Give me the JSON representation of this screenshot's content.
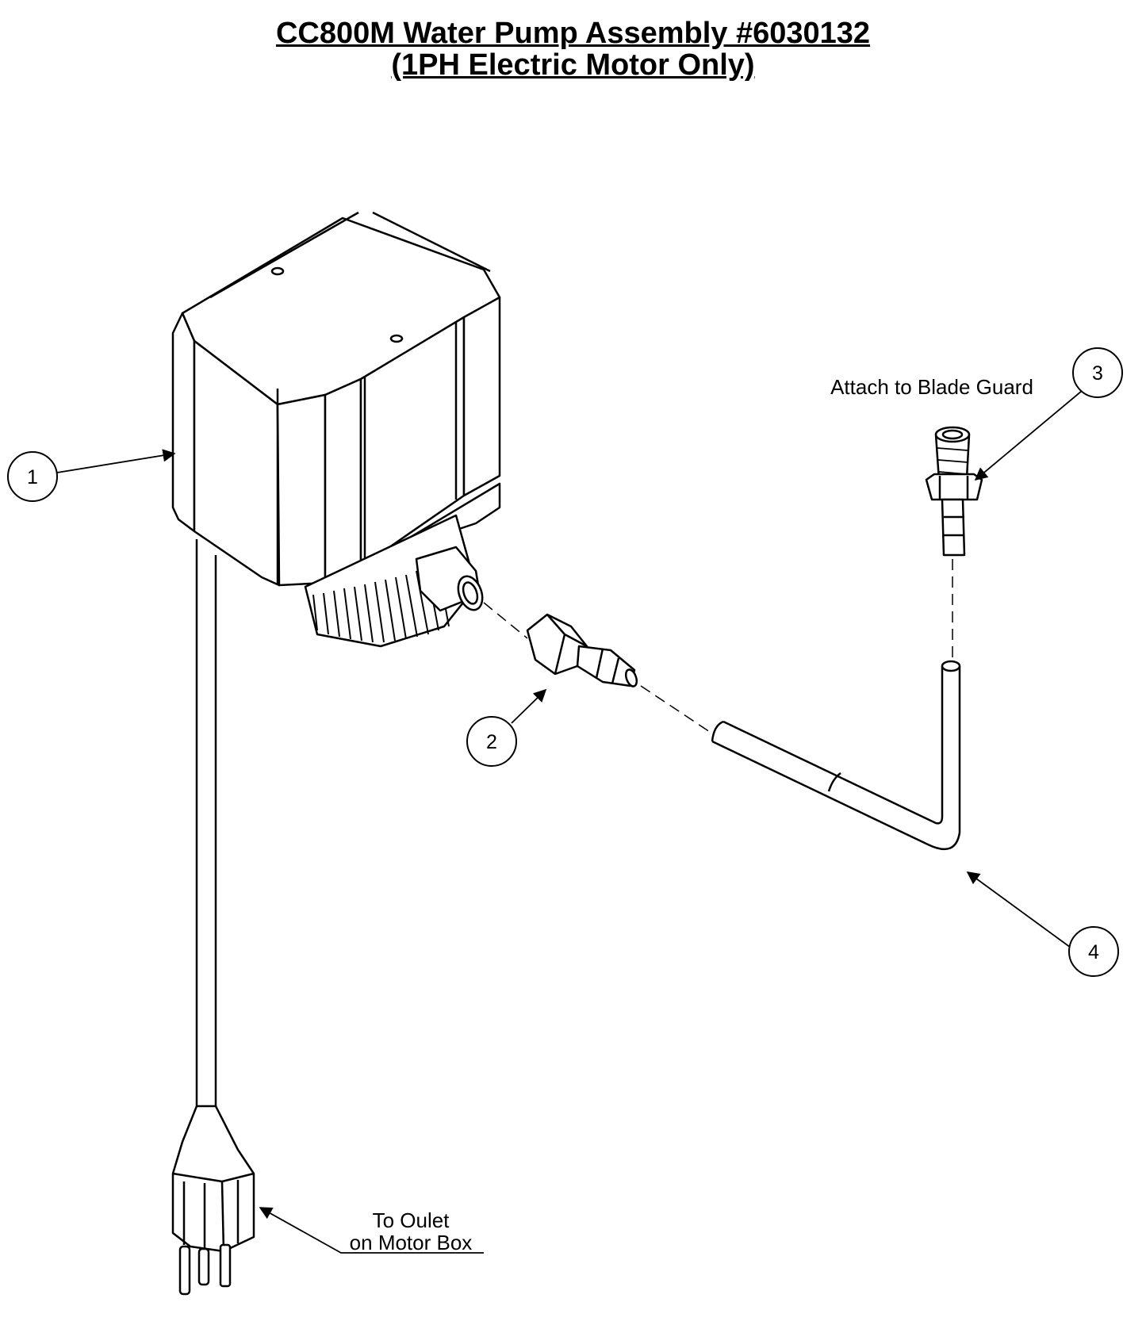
{
  "title": {
    "line1": "CC800M Water Pump Assembly #6030132",
    "line2": "(1PH Electric Motor Only)"
  },
  "callouts": {
    "c1": "1",
    "c2": "2",
    "c3": "3",
    "c4": "4"
  },
  "annotations": {
    "blade_guard": "Attach to Blade Guard",
    "outlet_line1": "To Oulet",
    "outlet_line2": "on Motor Box"
  }
}
